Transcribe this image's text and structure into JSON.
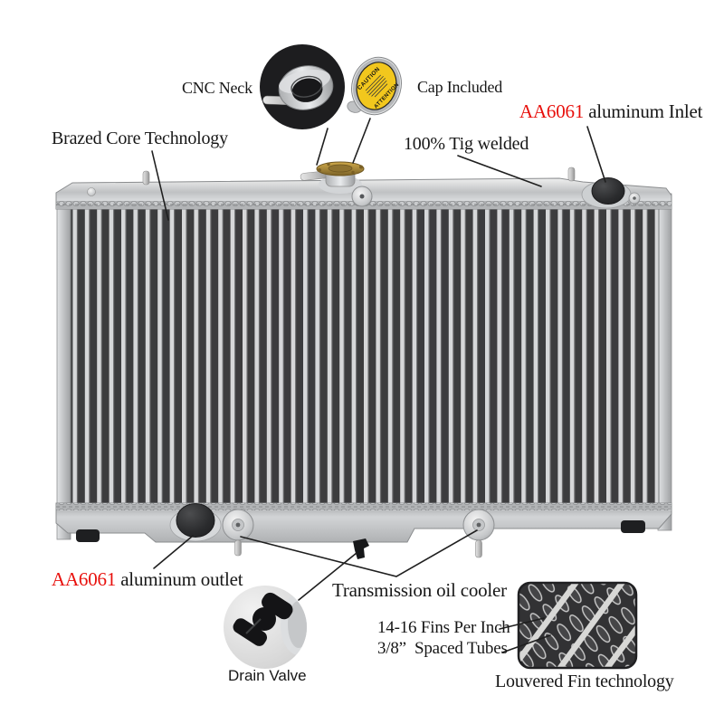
{
  "product": "aluminum radiator annotated product diagram",
  "colors": {
    "accent_red": "#e8100c",
    "text": "#171717",
    "aluminum_light": "#d8dadc",
    "aluminum_mid": "#b5b7b9",
    "core_dark": "#3c3c3e",
    "cap_label_yellow": "#f2c71d",
    "inset_black": "#1d1d1f"
  },
  "labels": {
    "cnc_neck": "CNC Neck",
    "cap_included": "Cap Included",
    "inlet_highlight": "AA6061",
    "inlet_rest": " aluminum Inlet",
    "brazed_core": "Brazed Core Technology",
    "tig_welded": "100% Tig welded",
    "outlet_highlight": "AA6061",
    "outlet_rest": " aluminum outlet",
    "transmission": "Transmission oil cooler",
    "fins_per_inch": "14-16 Fins Per Inch",
    "spaced_tubes": "3/8”  Spaced Tubes",
    "louvered_fin": "Louvered Fin technology",
    "drain_valve": "Drain Valve"
  },
  "insets": {
    "cap": {
      "caution": "CAUTION",
      "attention": "ATTENTION"
    }
  }
}
